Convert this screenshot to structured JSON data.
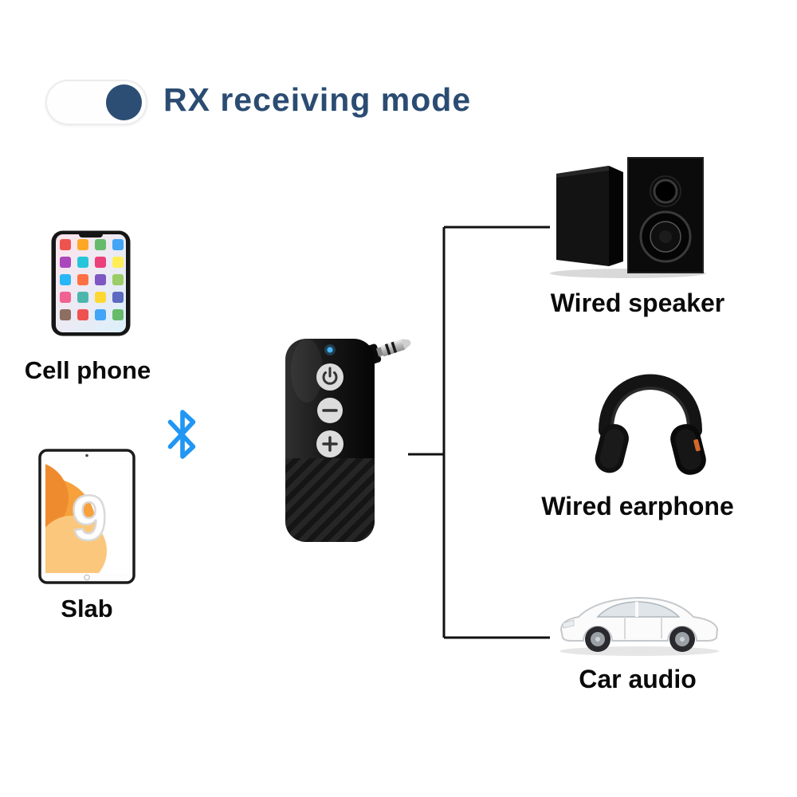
{
  "header": {
    "mode_label": "RX receiving mode",
    "accent_color": "#2b4c72",
    "toggle_state": "on"
  },
  "sources": {
    "phone": {
      "label": "Cell phone"
    },
    "tablet": {
      "label": "Slab",
      "screen_digit": "9"
    }
  },
  "connection": {
    "bluetooth_icon_color": "#2196f3",
    "line_color": "#111111"
  },
  "receiver": {
    "led_color": "#45b6f7",
    "buttons": [
      "power",
      "volume-down",
      "volume-up"
    ],
    "body_color": "#161616"
  },
  "outputs": {
    "speaker": {
      "label": "Wired speaker"
    },
    "earphone": {
      "label": "Wired earphone"
    },
    "car": {
      "label": "Car audio"
    }
  }
}
